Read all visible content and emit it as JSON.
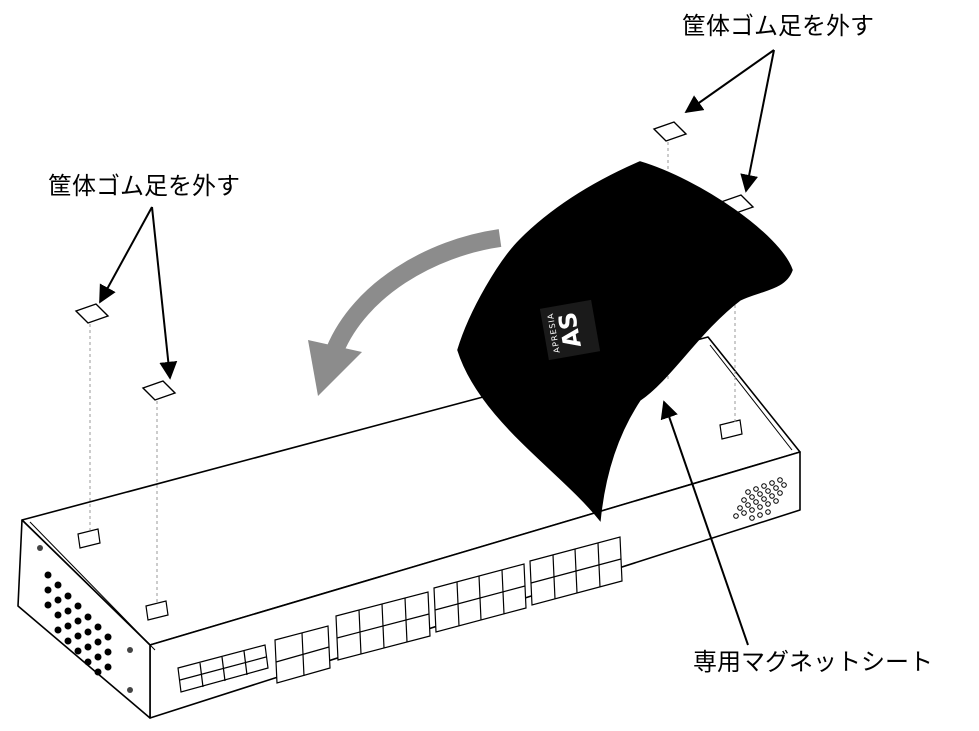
{
  "labels": {
    "remove_feet_right": "筐体ゴム足を外す",
    "remove_feet_left": "筐体ゴム足を外す",
    "magnet_sheet": "専用マグネットシート"
  },
  "logo": {
    "text": "APRESIA",
    "mark": "AS"
  },
  "colors": {
    "outline": "#000000",
    "sheet": "#000000",
    "arrow_curved": "#8c8c8c",
    "background": "#ffffff"
  },
  "icons": [
    "rotate-arrow-icon",
    "pointer-arrow-icon"
  ]
}
